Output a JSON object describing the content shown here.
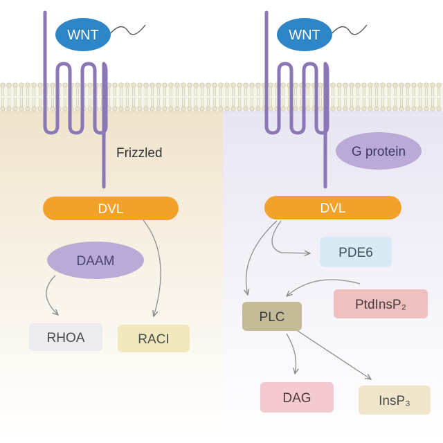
{
  "colors": {
    "membrane_line": "#cfc8ad",
    "membrane_head": "#e9e4cf",
    "left_panel_top": "#efe3cc",
    "right_panel_top": "#e7e5f1",
    "receptor": "#8a77b6",
    "wnt": "#2d86c6",
    "dvl": "#f2a22b",
    "daam": "#b9aad6",
    "g_protein": "#b9aad6",
    "rhoa": "#ebebf0",
    "rac1": "#f1e9bd",
    "pde6": "#d8ebf5",
    "ptdinsp2": "#efc0c0",
    "plc": "#c4bb98",
    "dag": "#f5c9d1",
    "insp3": "#efe6cc",
    "arrow": "#8c8c8c"
  },
  "left_pathway": {
    "wnt_label": "WNT",
    "receptor_label": "Frizzled",
    "dvl_label": "DVL",
    "daam_label": "DAAM",
    "rhoa_label": "RHOA",
    "rac1_label": "RACI"
  },
  "right_pathway": {
    "wnt_label": "WNT",
    "g_protein_label": "G protein",
    "dvl_label": "DVL",
    "pde6_label": "PDE6",
    "ptdinsp2_label": "PtdInsP₂",
    "plc_label": "PLC",
    "dag_label": "DAG",
    "insp3_label": "InsP₃"
  },
  "icons": [
    "wnt-ligand-tail-icon"
  ]
}
